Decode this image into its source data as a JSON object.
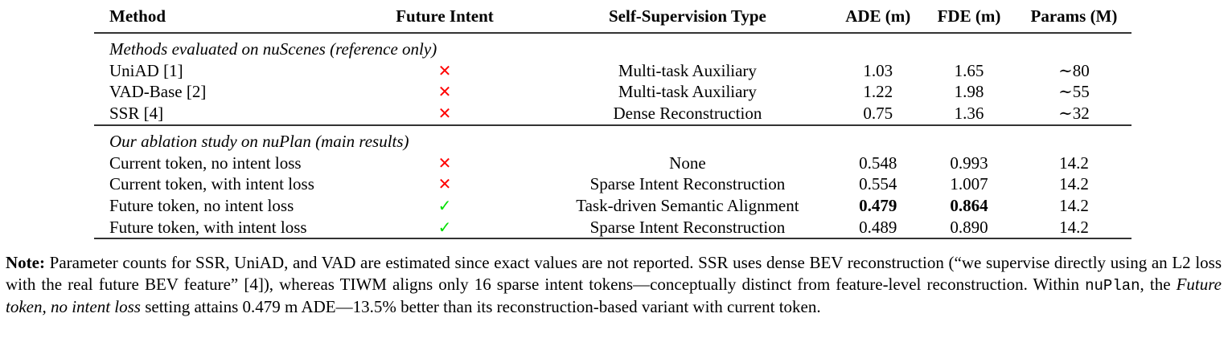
{
  "table": {
    "headers": {
      "method": "Method",
      "future_intent": "Future Intent",
      "self_supervision": "Self-Supervision Type",
      "ade": "ADE (m)",
      "fde": "FDE (m)",
      "params": "Params (M)"
    },
    "groups": [
      {
        "title": "Methods evaluated on nuScenes (reference only)",
        "rows": [
          {
            "method": "UniAD [1]",
            "intent": "✕",
            "intent_type": "cross",
            "supervision": "Multi-task Auxiliary",
            "ade": "1.03",
            "fde": "1.65",
            "params": "∼80"
          },
          {
            "method": "VAD-Base [2]",
            "intent": "✕",
            "intent_type": "cross",
            "supervision": "Multi-task Auxiliary",
            "ade": "1.22",
            "fde": "1.98",
            "params": "∼55"
          },
          {
            "method": "SSR [4]",
            "intent": "✕",
            "intent_type": "cross",
            "supervision": "Dense Reconstruction",
            "ade": "0.75",
            "fde": "1.36",
            "params": "∼32"
          }
        ]
      },
      {
        "title": "Our ablation study on nuPlan (main results)",
        "rows": [
          {
            "method": "Current token, no intent loss",
            "intent": "✕",
            "intent_type": "cross",
            "supervision": "None",
            "ade": "0.548",
            "fde": "0.993",
            "params": "14.2"
          },
          {
            "method": "Current token, with intent loss",
            "intent": "✕",
            "intent_type": "cross",
            "supervision": "Sparse Intent Reconstruction",
            "ade": "0.554",
            "fde": "1.007",
            "params": "14.2"
          },
          {
            "method": "Future token, no intent loss",
            "intent": "✓",
            "intent_type": "check",
            "supervision": "Task-driven Semantic Alignment",
            "ade": "0.479",
            "fde": "0.864",
            "params": "14.2",
            "best": true
          },
          {
            "method": "Future token, with intent loss",
            "intent": "✓",
            "intent_type": "check",
            "supervision": "Sparse Intent Reconstruction",
            "ade": "0.489",
            "fde": "0.890",
            "params": "14.2"
          }
        ]
      }
    ],
    "colors": {
      "cross": "#ff0000",
      "check": "#00e000",
      "rule": "#333333"
    }
  },
  "note": {
    "label": "Note:",
    "part1": " Parameter counts for SSR, UniAD, and VAD are estimated since exact values are not reported. SSR uses dense BEV reconstruction (“we supervise directly using an L2 loss with the real future BEV feature” [4]), whereas TIWM aligns only 16 sparse intent tokens—conceptually distinct from feature-level reconstruction. Within ",
    "code": "nuPlan",
    "part2": ", the ",
    "emph": "Future token, no intent loss",
    "part3": " setting attains 0.479 m ADE—13.5% better than its reconstruction-based variant with current token."
  }
}
